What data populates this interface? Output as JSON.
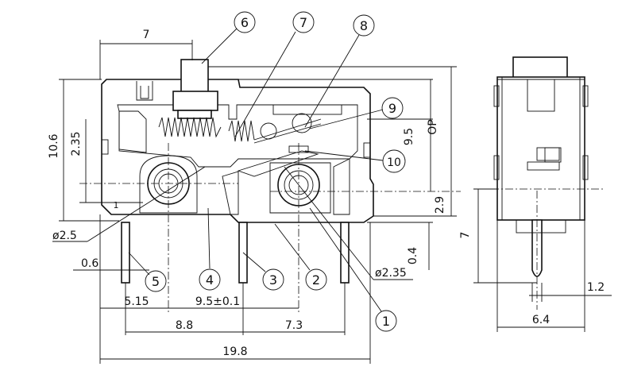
{
  "callouts": [
    "6",
    "7",
    "8",
    "9",
    "10",
    "1",
    "2",
    "3",
    "4",
    "5"
  ],
  "dimensions": {
    "top_width": "7",
    "height_total": "10.6",
    "height_inner": "2.35",
    "op": "OP",
    "op_value": "9.5",
    "right_2_9": "2.9",
    "right_0_4": "0.4",
    "hole_small": "1",
    "dia_left": "ø2.5",
    "dia_right": "ø2.35",
    "pin_width": "0.6",
    "dim_5_15": "5.15",
    "dim_9_5": "9.5±0.1",
    "dim_8_8": "8.8",
    "dim_7_3": "7.3",
    "dim_19_8": "19.8",
    "side_height": "7",
    "side_width": "6.4",
    "side_pin": "1.2"
  }
}
